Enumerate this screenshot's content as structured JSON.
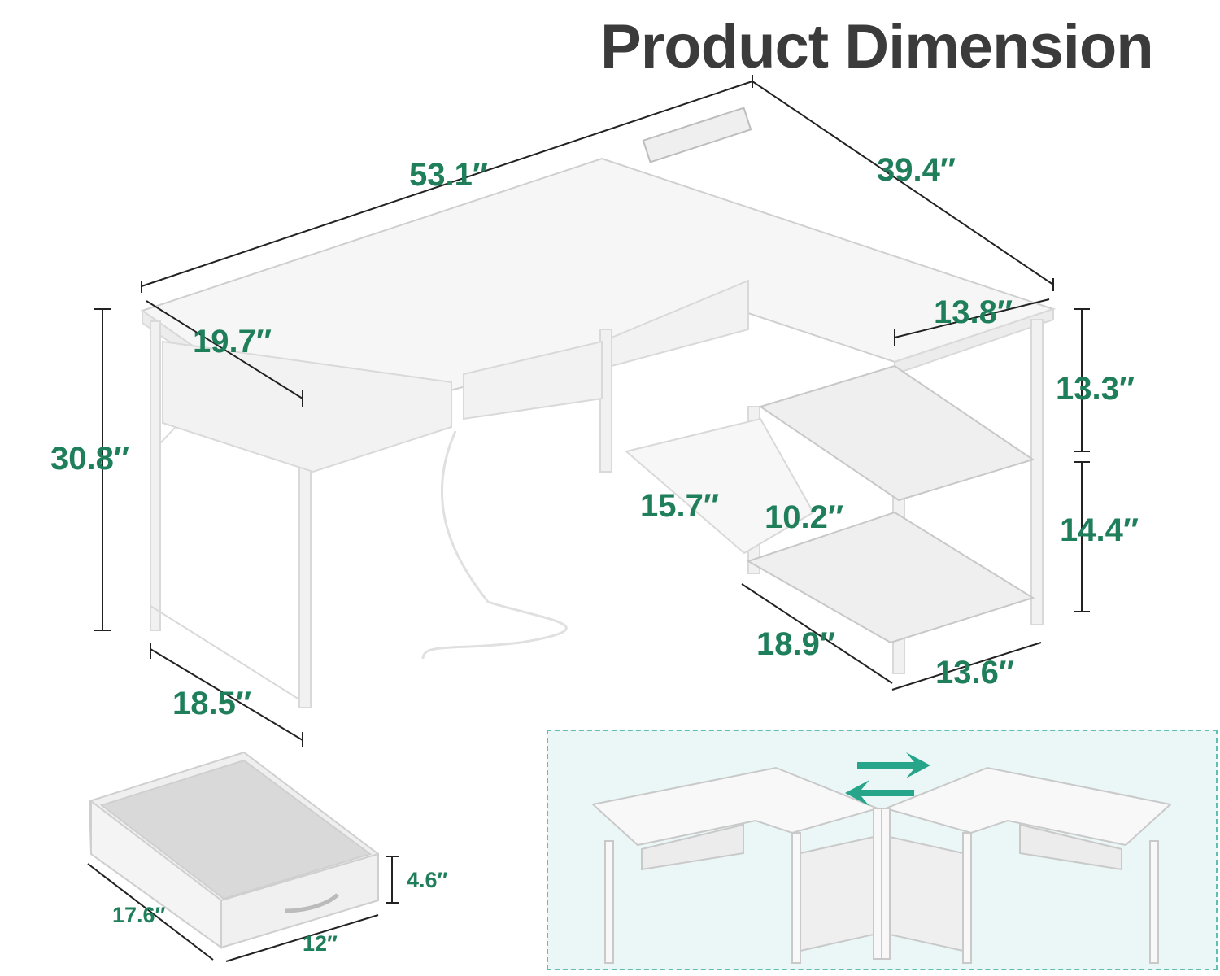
{
  "title": "Product Dimension",
  "dimensions": {
    "top_length": "53.1″",
    "return_length": "39.4″",
    "desk_depth": "19.7″",
    "return_depth": "13.8″",
    "height": "30.8″",
    "upper_shelf_height": "13.3″",
    "lower_shelf_height": "14.4″",
    "tray_width": "15.7″",
    "tray_depth": "10.2″",
    "shelf_width": "18.9″",
    "shelf_depth": "13.6″",
    "leg_depth": "18.5″"
  },
  "drawer": {
    "height": "4.6″",
    "length": "17.6″",
    "width": "12″"
  },
  "colors": {
    "accent": "#1f7f5b",
    "title": "#3b3b3b",
    "panel_bg": "#eaf7f6",
    "panel_border": "#5fbfb0",
    "arrow": "#27a58a"
  },
  "icons": [
    "swap-arrows-icon"
  ]
}
